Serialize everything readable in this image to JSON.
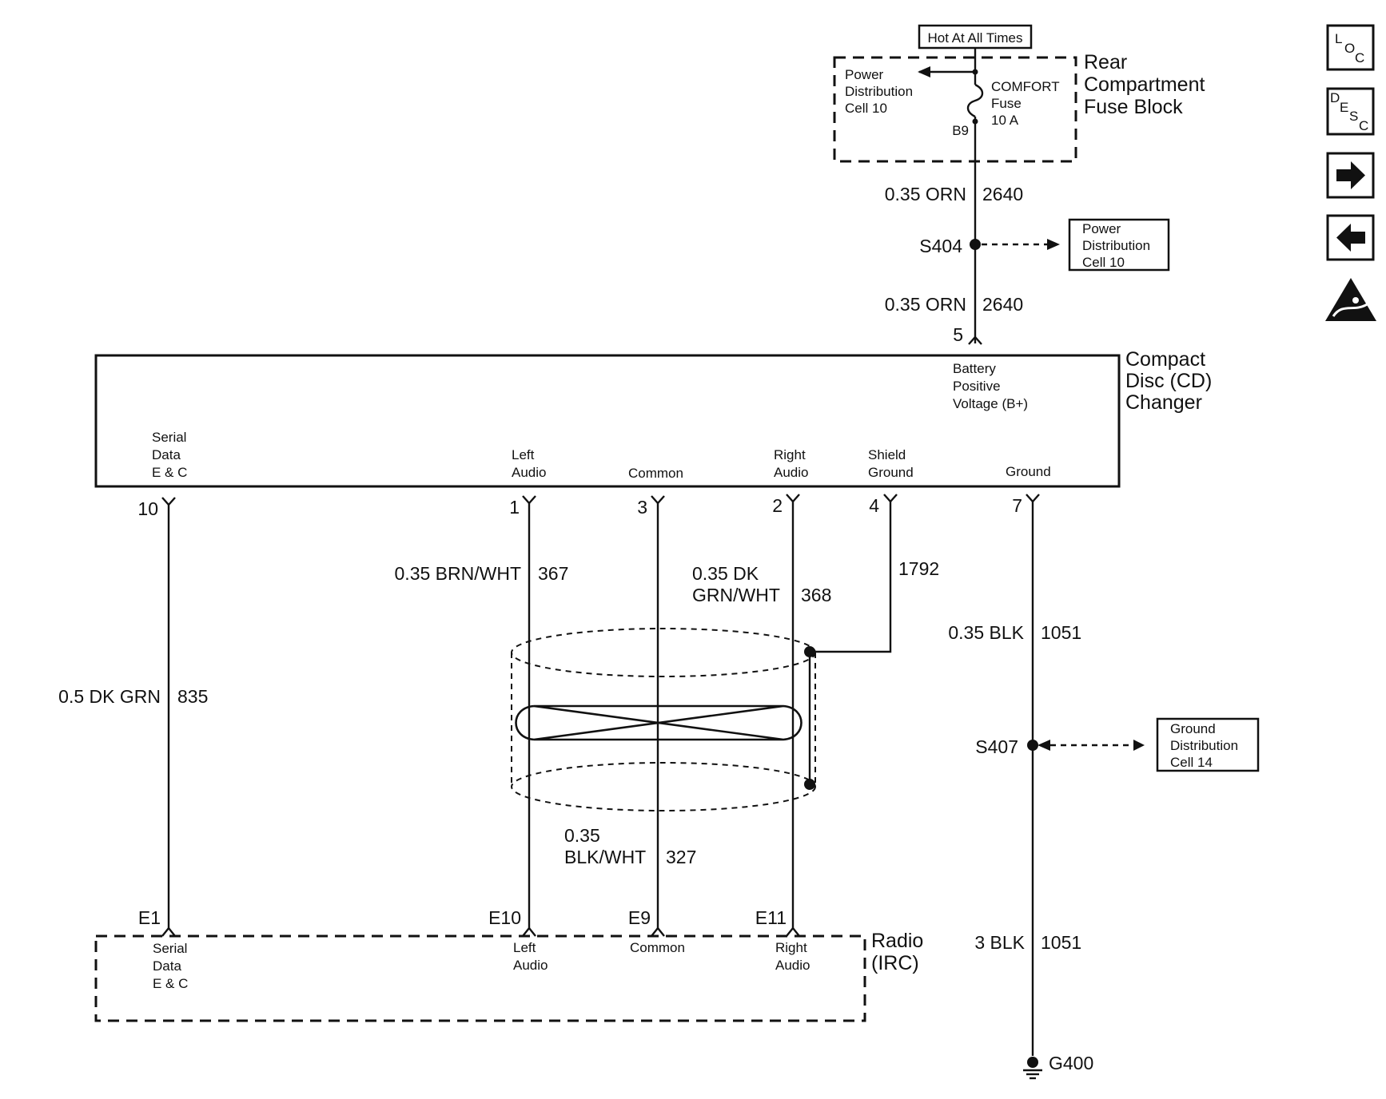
{
  "fuse_block": {
    "hot_label": "Hot At All Times",
    "title": [
      "Rear",
      "Compartment",
      "Fuse Block"
    ],
    "power_dist": [
      "Power",
      "Distribution",
      "Cell 10"
    ],
    "fuse_name": [
      "COMFORT",
      "Fuse",
      "10 A"
    ],
    "terminal": "B9"
  },
  "feed_wire_upper": {
    "gauge_color": "0.35 ORN",
    "circuit": "2640"
  },
  "splice_s404": {
    "name": "S404",
    "ref_box": [
      "Power",
      "Distribution",
      "Cell 10"
    ]
  },
  "feed_wire_lower": {
    "gauge_color": "0.35 ORN",
    "circuit": "2640",
    "pin": "5"
  },
  "cd_changer": {
    "title": [
      "Compact",
      "Disc (CD)",
      "Changer"
    ],
    "battery_label": [
      "Battery",
      "Positive",
      "Voltage (B+)"
    ],
    "pins": [
      {
        "num": "10",
        "label": [
          "Serial",
          "Data",
          "E & C"
        ]
      },
      {
        "num": "1",
        "label": [
          "Left",
          "Audio"
        ]
      },
      {
        "num": "3",
        "label": [
          "Common"
        ]
      },
      {
        "num": "2",
        "label": [
          "Right",
          "Audio"
        ]
      },
      {
        "num": "4",
        "label": [
          "Shield",
          "Ground"
        ]
      },
      {
        "num": "7",
        "label": [
          "Ground"
        ]
      }
    ]
  },
  "wires": {
    "serial": {
      "gauge_color": "0.5 DK GRN",
      "circuit": "835"
    },
    "left": {
      "gauge_color": "0.35 BRN/WHT",
      "circuit": "367"
    },
    "right": {
      "gauge_color": [
        "0.35 DK",
        "GRN/WHT"
      ],
      "circuit": "368"
    },
    "shield": {
      "circuit": "1792"
    },
    "common": {
      "gauge_color": [
        "0.35",
        "BLK/WHT"
      ],
      "circuit": "327"
    },
    "ground_upper": {
      "gauge_color": "0.35 BLK",
      "circuit": "1051"
    },
    "ground_lower": {
      "gauge_color": "3 BLK",
      "circuit": "1051"
    }
  },
  "splice_s407": {
    "name": "S407",
    "ref_box": [
      "Ground",
      "Distribution",
      "Cell 14"
    ]
  },
  "ground_point": "G400",
  "radio": {
    "title": [
      "Radio",
      "(IRC)"
    ],
    "pins": [
      {
        "num": "E1",
        "label": [
          "Serial",
          "Data",
          "E & C"
        ]
      },
      {
        "num": "E10",
        "label": [
          "Left",
          "Audio"
        ]
      },
      {
        "num": "E9",
        "label": [
          "Common"
        ]
      },
      {
        "num": "E11",
        "label": [
          "Right",
          "Audio"
        ]
      }
    ]
  },
  "nav": {
    "loc": [
      "L",
      "O",
      "C"
    ],
    "desc": [
      "D",
      "E",
      "S",
      "C"
    ],
    "next_icon": "arrow-right-icon",
    "prev_icon": "arrow-left-icon",
    "esd_icon": "esd-warning-icon"
  }
}
